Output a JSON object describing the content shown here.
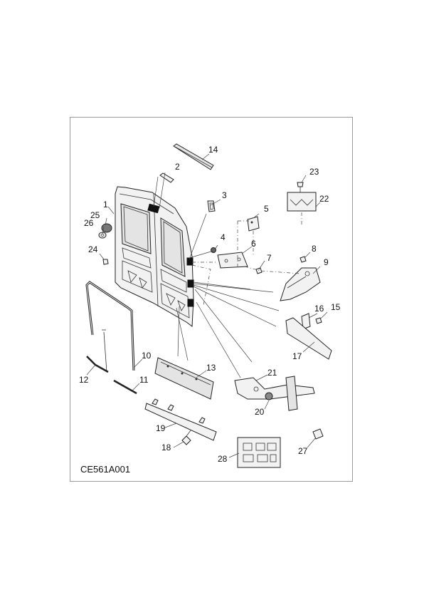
{
  "diagram": {
    "reference": "CE561A001",
    "callouts": [
      "1",
      "2",
      "3",
      "4",
      "5",
      "6",
      "7",
      "8",
      "9",
      "10",
      "11",
      "12",
      "13",
      "14",
      "15",
      "16",
      "17",
      "18",
      "19",
      "20",
      "21",
      "22",
      "23",
      "24",
      "25",
      "26",
      "27",
      "28"
    ]
  }
}
